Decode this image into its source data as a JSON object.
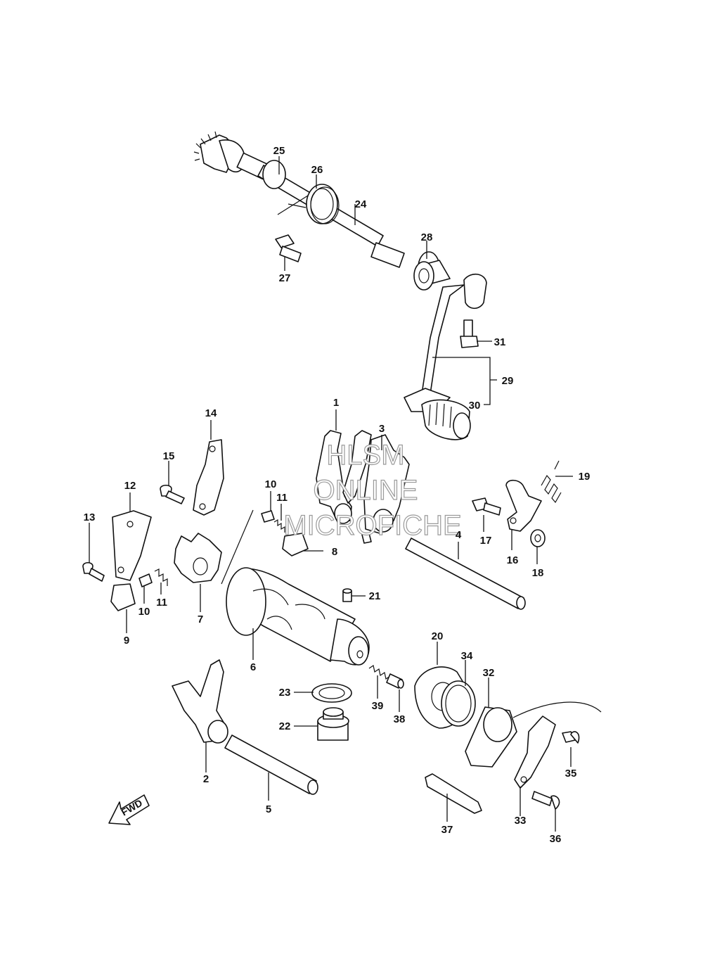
{
  "diagram": {
    "callouts": [
      "1",
      "2",
      "3",
      "4",
      "5",
      "6",
      "7",
      "8",
      "9",
      "10",
      "10",
      "11",
      "11",
      "12",
      "13",
      "14",
      "15",
      "16",
      "17",
      "18",
      "19",
      "20",
      "21",
      "22",
      "23",
      "24",
      "25",
      "26",
      "27",
      "28",
      "29",
      "30",
      "31",
      "32",
      "33",
      "34",
      "35",
      "36",
      "37",
      "38",
      "39"
    ],
    "direction_label": "FWD"
  },
  "watermark": {
    "line1": "HLSM",
    "line2": "ONLINE",
    "line3": "MICROFICHE"
  },
  "colors": {
    "line": "#111111",
    "background": "#ffffff",
    "watermark": "#9a9a9a"
  }
}
